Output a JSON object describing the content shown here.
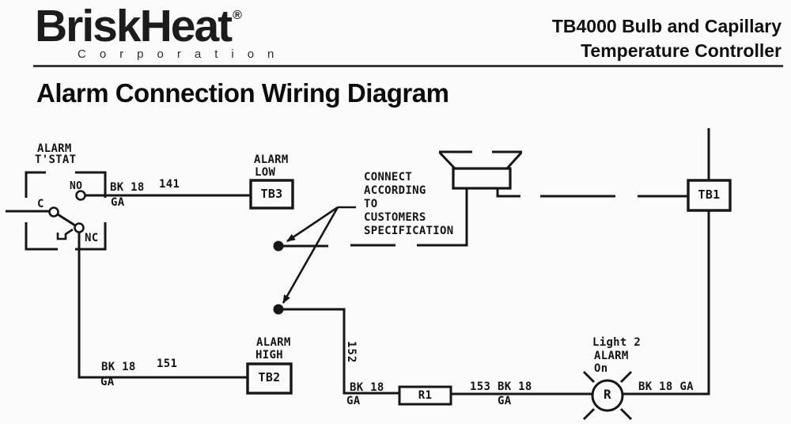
{
  "colors": {
    "ink": "#161616",
    "rule": "#3a3a3a",
    "background": "#fbfbfb"
  },
  "header": {
    "brand": "BriskHeat",
    "registered_mark": "®",
    "brand_sub": "Corporation",
    "product_title_line1": "TB4000 Bulb and Capillary",
    "product_title_line2": "Temperature Controller"
  },
  "title": "Alarm Connection Wiring Diagram",
  "diagram": {
    "tstat": {
      "label_line1": "ALARM",
      "label_line2": "T'STAT",
      "terminal_no": "NO",
      "terminal_c": "C",
      "terminal_nc": "NC"
    },
    "wire_141": {
      "gauge_top": "BK 18",
      "number": "141",
      "gauge_bottom": "GA"
    },
    "tb3": {
      "name_line1": "ALARM",
      "name_line2": "LOW",
      "terminal": "TB3"
    },
    "wire_151": {
      "gauge_top": "BK 18",
      "number": "151",
      "gauge_bottom": "GA"
    },
    "tb2": {
      "name_line1": "ALARM",
      "name_line2": "HIGH",
      "terminal": "TB2"
    },
    "note_lines": [
      "CONNECT",
      "ACCORDING",
      "TO",
      "CUSTOMERS",
      "SPECIFICATION"
    ],
    "wire_152": {
      "number": "152",
      "gauge_top": "BK 18",
      "gauge_bottom": "GA"
    },
    "resistor": {
      "label": "R1"
    },
    "wire_153": {
      "number": "153",
      "gauge_top": "BK 18",
      "gauge_bottom": "GA"
    },
    "light": {
      "name_line1": "Light 2",
      "name_line2": "ALARM",
      "name_line3": "On",
      "symbol_letter": "R",
      "wire_label": "BK 18 GA"
    },
    "tb1": {
      "terminal": "TB1"
    }
  }
}
